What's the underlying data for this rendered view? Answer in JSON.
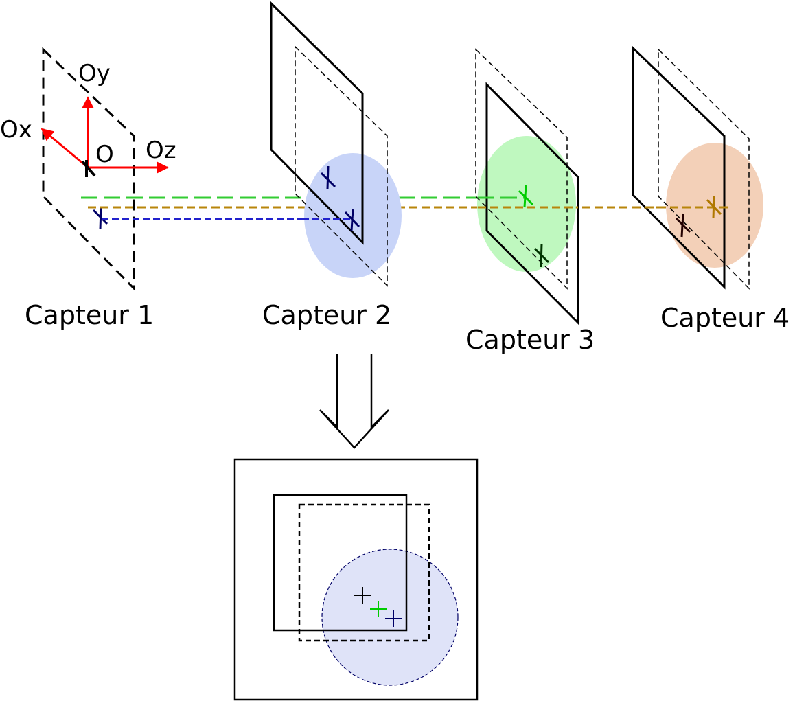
{
  "axes": {
    "ox": "Ox",
    "oy": "Oy",
    "oz": "Oz",
    "origin": "O"
  },
  "sensors": [
    {
      "label": "Capteur 1"
    },
    {
      "label": "Capteur 2"
    },
    {
      "label": "Capteur 3"
    },
    {
      "label": "Capteur 4"
    }
  ],
  "colors": {
    "axis_arrow": "#ff0000",
    "beam_green": "#33cc33",
    "beam_gold": "#b8860b",
    "beam_blue": "#2222cc",
    "spot_blue": "#c8d4f8",
    "spot_green": "#bff8bf",
    "spot_orange": "#f3d0b8",
    "mark_navy": "#000066",
    "mark_green": "#00cc00",
    "mark_gold": "#b07800",
    "mark_black": "#000000",
    "result_spot": "#dfe3f8"
  }
}
